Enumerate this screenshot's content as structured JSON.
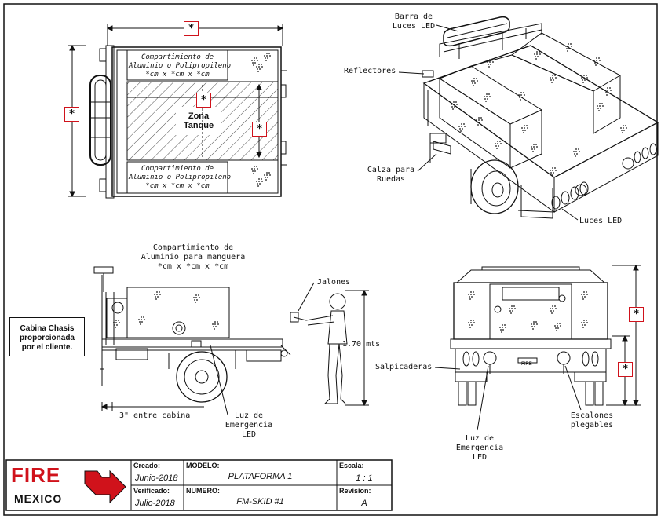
{
  "top_view": {
    "dim_marker": "*",
    "compartment_top": [
      "Compartimiento de",
      "Aluminio o Polipropileno",
      "*cm x *cm x *cm"
    ],
    "compartment_bottom": [
      "Compartimiento de",
      "Aluminio o Polipropileno",
      "*cm x *cm x *cm"
    ],
    "zone_label": [
      "Zona",
      "Tanque"
    ]
  },
  "iso_view": {
    "light_bar": [
      "Barra de",
      "Luces LED"
    ],
    "reflectors": "Reflectores",
    "wheel_chock": [
      "Calza para",
      "Ruedas"
    ],
    "led_lights": "Luces LED"
  },
  "side_view": {
    "hose_compartment": [
      "Compartimiento de",
      "Aluminio para manguera",
      "*cm x *cm x *cm"
    ],
    "chassis_note": [
      "Cabina Chasis",
      "proporcionada",
      "por el cliente."
    ],
    "poles": "Jalones",
    "height": "1.70 mts",
    "gap": "3\" entre cabina",
    "emergency_light": [
      "Luz de",
      "Emergencia",
      "LED"
    ]
  },
  "rear_view": {
    "mudflaps": "Salpicaderas",
    "emergency_light": [
      "Luz de",
      "Emergencia",
      "LED"
    ],
    "steps": [
      "Escalones",
      "plegables"
    ],
    "plate_text": "FIRE",
    "dim_marker": "*"
  },
  "title_block": {
    "logo": [
      "FIRE",
      "MEXICO"
    ],
    "created_label": "Creado:",
    "created_value": "Junio-2018",
    "verified_label": "Verificado:",
    "verified_value": "Julio-2018",
    "model_label": "MODELO:",
    "model_value": "PLATAFORMA 1",
    "number_label": "NUMERO:",
    "number_value": "FM-SKID #1",
    "scale_label": "Escala:",
    "scale_value": "1 : 1",
    "revision_label": "Revision:",
    "revision_value": "A"
  },
  "colors": {
    "marker": "#d0121b",
    "logo": "#d0121b"
  }
}
